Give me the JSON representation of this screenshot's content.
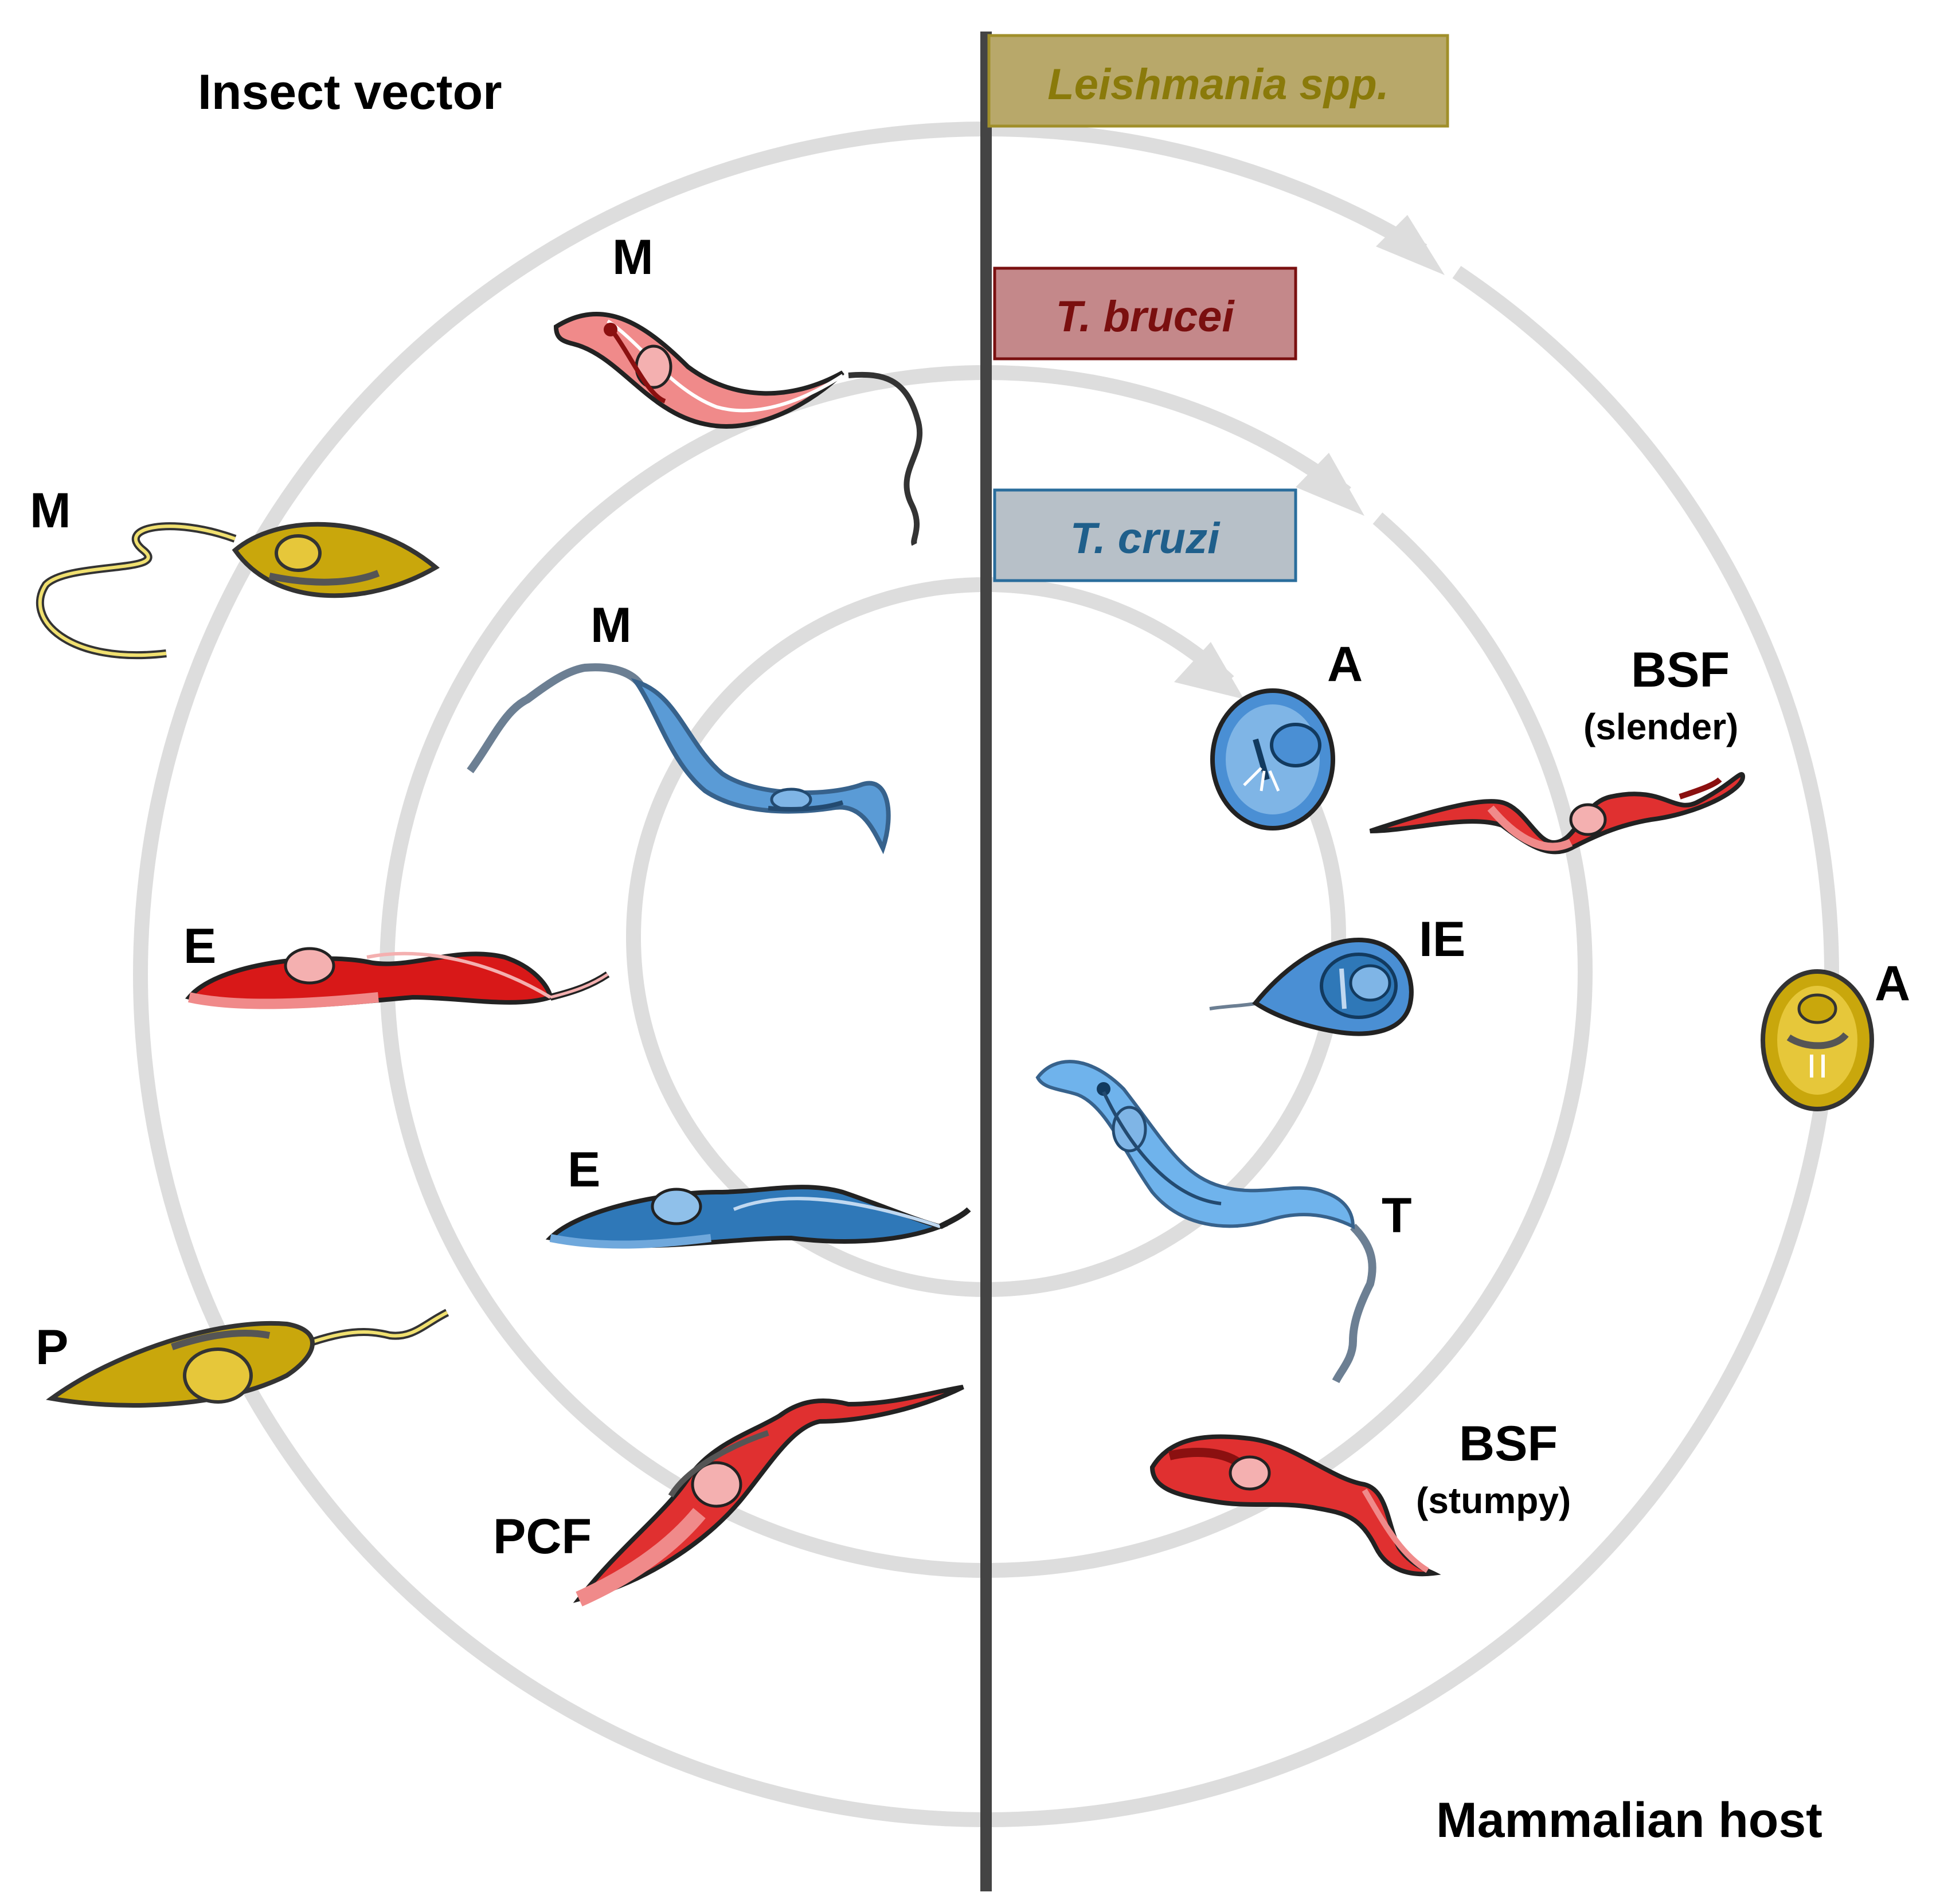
{
  "titles": {
    "insect": "Insect vector",
    "mammal": "Mammalian host"
  },
  "species": [
    {
      "label": "Leishmania spp.",
      "color": "#8a7a0a",
      "fill": "#b8a86a",
      "border": "#a08f2a"
    },
    {
      "label": "T. brucei",
      "color": "#7a0f0f",
      "fill": "#c4888a",
      "border": "#7a1010"
    },
    {
      "label": "T. cruzi",
      "color": "#1f5f8b",
      "fill": "#b7c0c8",
      "border": "#2a6d9c"
    }
  ],
  "colors": {
    "leishmania_cell": "#c9a70c",
    "brucei_cell": "#e03c3c",
    "cruzi_cell": "#3a8fd0",
    "ring": "#dddddd",
    "divider": "#444444"
  },
  "labels": {
    "leish_m": "M",
    "leish_p": "P",
    "leish_a": "A",
    "brucei_m": "M",
    "brucei_e": "E",
    "brucei_pcf": "PCF",
    "brucei_bsf_slender": "BSF",
    "brucei_slender_sub": "(slender)",
    "brucei_bsf_stumpy": "BSF",
    "brucei_stumpy_sub": "(stumpy)",
    "cruzi_m": "M",
    "cruzi_e": "E",
    "cruzi_a": "A",
    "cruzi_ie": "IE",
    "cruzi_t": "T"
  }
}
